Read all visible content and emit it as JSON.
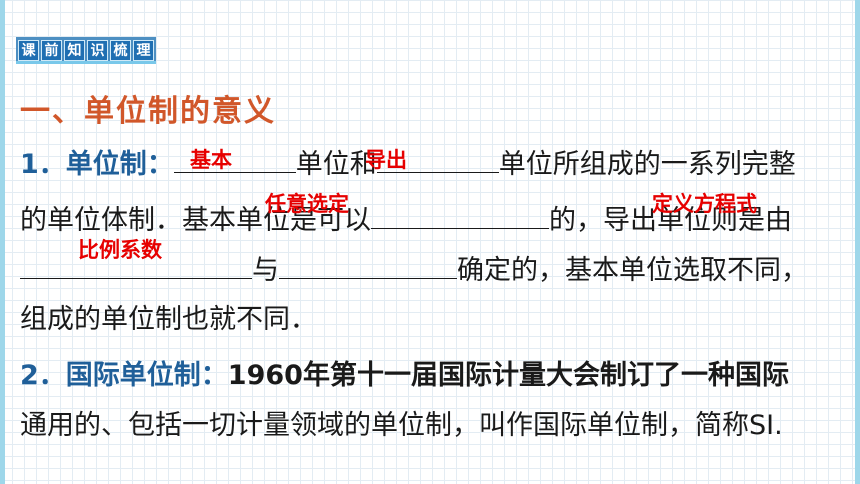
{
  "section_tag": [
    "课",
    "前",
    "知",
    "识",
    "梳",
    "理"
  ],
  "heading": "一、单位制的意义",
  "item1": {
    "number": "1．",
    "term": "单位制：",
    "text_a": "单位和",
    "text_b": "单位所组成的一系列完整",
    "text_c": "的单位体制．基本单位是可以",
    "text_d": "的，导出单位则是由",
    "text_e": "与",
    "text_f": "确定的，基本单位选取不同，",
    "text_g": "组成的单位制也就不同．"
  },
  "answers": {
    "a1": "基本",
    "a2": "导出",
    "a3": "任意选定",
    "a4": "定义方程式",
    "a5": "比例系数"
  },
  "item2": {
    "number": "2．",
    "term": "国际单位制：",
    "text_a": "1960年第十一届国际计量大会制订了一种国际",
    "text_b": "通用的、包括一切计量领域的单位制，叫作国际单位制，简称SI."
  }
}
